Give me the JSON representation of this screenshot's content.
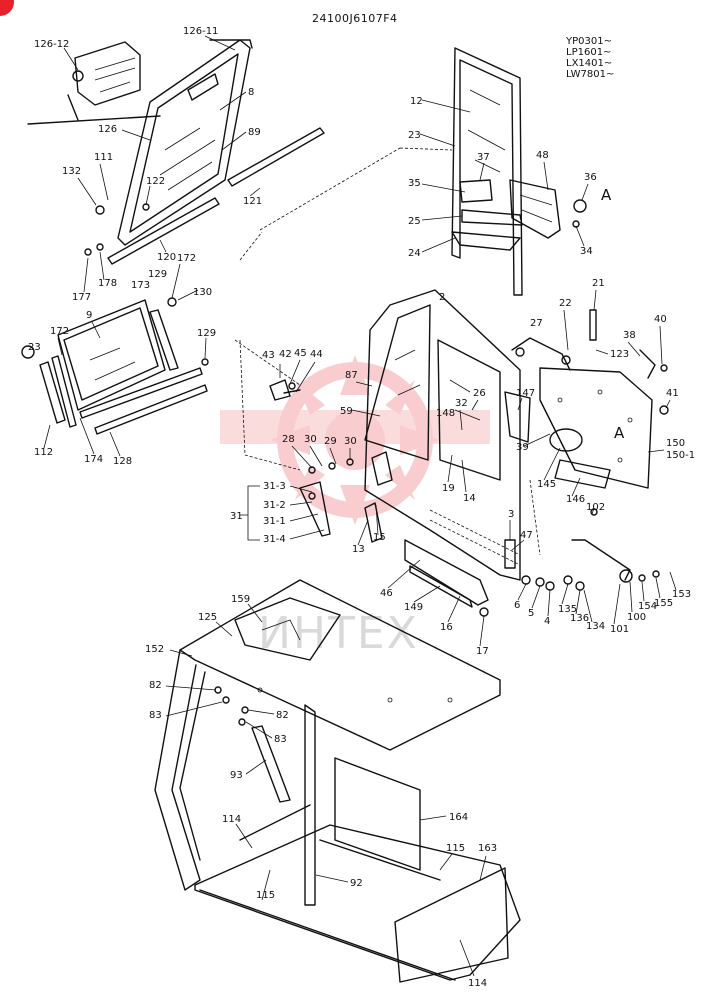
{
  "title": "24100J6107F4",
  "serials": [
    "YP0301~",
    "LP1601~",
    "LX1401~",
    "LW7801~"
  ],
  "watermark": "ИНТЕХ",
  "accent_color": "#e8212a",
  "labels": {
    "l126_12": "126-12",
    "l126_11": "126-11",
    "l8": "8",
    "l126": "126",
    "l89": "89",
    "l111": "111",
    "l132": "132",
    "l122": "122",
    "l121": "121",
    "l120": "120",
    "l177": "177",
    "l178": "178",
    "l172a": "172",
    "l173": "173",
    "l129a": "129",
    "l130": "130",
    "l9": "9",
    "l172b": "172",
    "l23": "23",
    "l112": "112",
    "l174": "174",
    "l128": "128",
    "l129b": "129",
    "l12": "12",
    "l23b": "23",
    "l37": "37",
    "l48": "48",
    "l36": "36",
    "lA1": "A",
    "l35": "35",
    "l25": "25",
    "l24": "24",
    "l34": "34",
    "l2": "2",
    "l21": "21",
    "l22": "22",
    "l27": "27",
    "l38": "38",
    "l40": "40",
    "l123": "123",
    "l43": "43",
    "l42": "42",
    "l45": "45",
    "l44": "44",
    "l87": "87",
    "l147": "147",
    "l26": "26",
    "l32": "32",
    "l148": "148",
    "l59": "59",
    "l41": "41",
    "lA2": "A",
    "l150": "150",
    "l150_1": "150-1",
    "l28": "28",
    "l30a": "30",
    "l29": "29",
    "l30b": "30",
    "l39": "39",
    "l19": "19",
    "l145": "145",
    "l14": "14",
    "l146": "146",
    "l31_3": "31-3",
    "l31_2": "31-2",
    "l31": "31",
    "l31_1": "31-1",
    "l31_4": "31-4",
    "l3": "3",
    "l102": "102",
    "l13": "13",
    "l15": "15",
    "l47": "47",
    "l46": "46",
    "l149": "149",
    "l6": "6",
    "l5": "5",
    "l135": "135",
    "l136": "136",
    "l4": "4",
    "l134": "134",
    "l101": "101",
    "l100": "100",
    "l154": "154",
    "l155": "155",
    "l153": "153",
    "l16": "16",
    "l17": "17",
    "l159": "159",
    "l125": "125",
    "l152": "152",
    "l82a": "82",
    "l83a": "83",
    "l82b": "82",
    "l83b": "83",
    "l93": "93",
    "l114a": "114",
    "l164": "164",
    "l115a": "115",
    "l163": "163",
    "l92": "92",
    "l115b": "115",
    "l114b": "114"
  }
}
